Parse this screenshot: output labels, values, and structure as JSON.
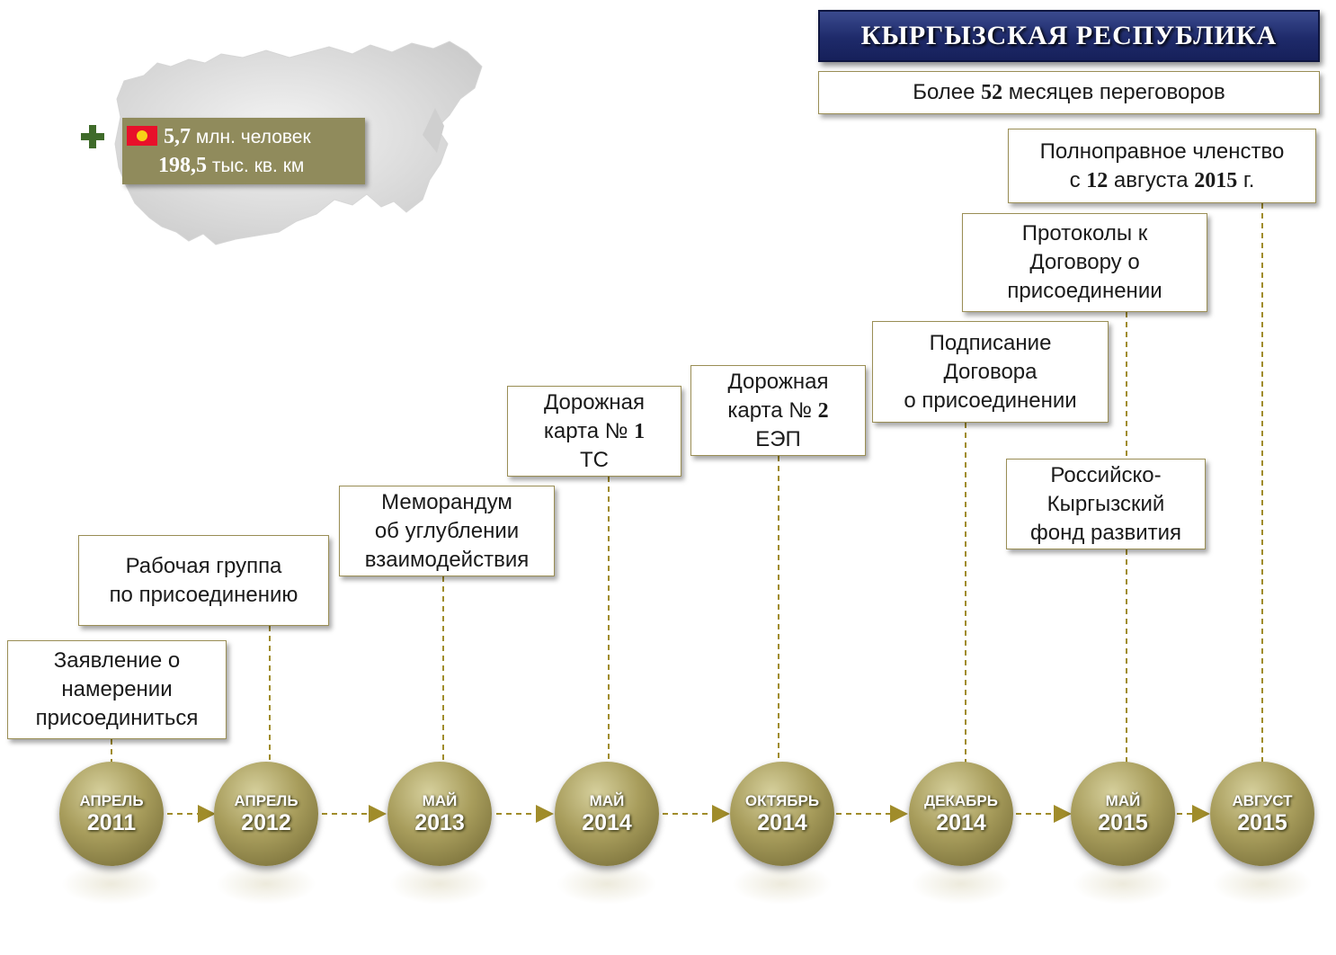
{
  "header": {
    "title": "КЫРГЫЗСКАЯ РЕСПУБЛИКА",
    "subtitle_pre": "Более ",
    "subtitle_num": "52",
    "subtitle_post": " месяцев переговоров"
  },
  "country_info": {
    "population_num": "5,7",
    "population_text": " млн. человек",
    "area_num": "198,5",
    "area_text": " тыс. кв. км"
  },
  "colors": {
    "banner": "#1e2a6a",
    "gold": "#a89d5c",
    "info_box": "#908b5c",
    "flag_red": "#e8102a",
    "flag_sun": "#f7d117",
    "plus_green": "#3f6b2a",
    "connector": "#a08c2a"
  },
  "events": [
    {
      "month": "АПРЕЛЬ",
      "year": "2011",
      "lines": [
        "Заявление о",
        "намерении",
        "присоединиться"
      ]
    },
    {
      "month": "АПРЕЛЬ",
      "year": "2012",
      "lines": [
        "Рабочая группа",
        "по присоединению"
      ]
    },
    {
      "month": "МАЙ",
      "year": "2013",
      "lines": [
        "Меморандум",
        "об углублении",
        "взаимодействия"
      ]
    },
    {
      "month": "МАЙ",
      "year": "2014",
      "l1": "Дорожная",
      "l2_pre": "карта № ",
      "l2_num": "1",
      "l3": "ТС"
    },
    {
      "month": "ОКТЯБРЬ",
      "year": "2014",
      "l1": "Дорожная",
      "l2_pre": "карта № ",
      "l2_num": "2",
      "l3": "ЕЭП"
    },
    {
      "month": "ДЕКАБРЬ",
      "year": "2014",
      "lines": [
        "Подписание",
        "Договора",
        "о присоединении"
      ]
    },
    {
      "month": "МАЙ",
      "year": "2015",
      "upper_lines": [
        "Протоколы  к",
        "Договору о",
        "присоединении"
      ],
      "lower_lines": [
        "Российско-",
        "Кыргызский",
        "фонд развития"
      ]
    },
    {
      "month": "АВГУСТ",
      "year": "2015",
      "l1": "Полноправное членство",
      "l2_pre": "с ",
      "l2_num_a": "12",
      "l2_mid": " августа ",
      "l2_num_b": "2015",
      "l2_post": " г."
    }
  ]
}
